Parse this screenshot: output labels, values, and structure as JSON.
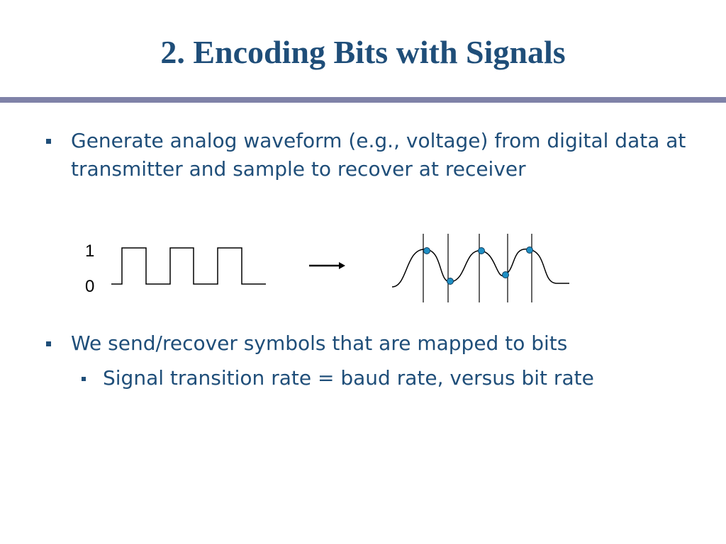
{
  "slide": {
    "title": "2. Encoding Bits with Signals",
    "accent_color": "#1f4e79",
    "rule_color": "#7f82a8"
  },
  "bullets": [
    {
      "text": "Generate analog waveform (e.g., voltage) from digital data at transmitter and sample to recover at receiver",
      "level": 1
    },
    {
      "text": "We send/recover symbols that are mapped to bits",
      "level": 1
    },
    {
      "text": "Signal transition rate = baud rate, versus bit rate",
      "level": 2
    }
  ],
  "diagram": {
    "digital_levels": {
      "high": "1",
      "low": "0"
    },
    "arrow_icon": "right-arrow-icon",
    "sample_point_color": "#1f8fc4"
  }
}
